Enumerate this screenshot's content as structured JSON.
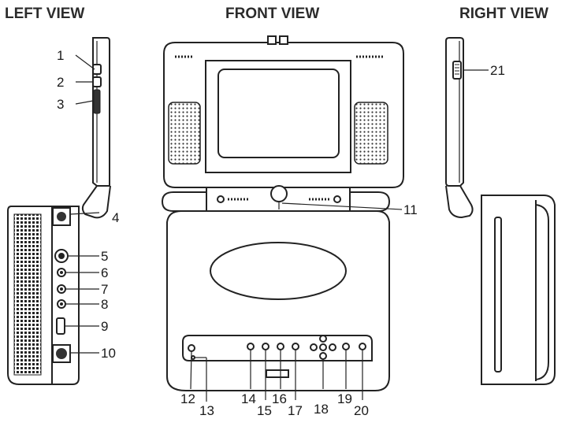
{
  "views": {
    "left": "LEFT VIEW",
    "front": "FRONT VIEW",
    "right": "RIGHT VIEW"
  },
  "callouts": {
    "c1": "1",
    "c2": "2",
    "c3": "3",
    "c4": "4",
    "c5": "5",
    "c6": "6",
    "c7": "7",
    "c8": "8",
    "c9": "9",
    "c10": "10",
    "c11": "11",
    "c12": "12",
    "c13": "13",
    "c14": "14",
    "c15": "15",
    "c16": "16",
    "c17": "17",
    "c18": "18",
    "c19": "19",
    "c20": "20",
    "c21": "21"
  }
}
